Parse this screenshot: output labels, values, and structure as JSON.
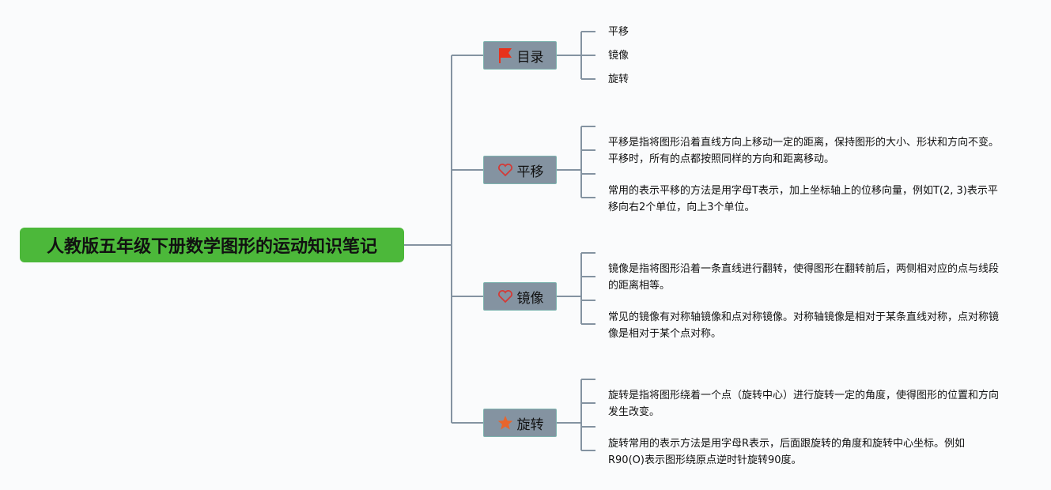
{
  "root": {
    "title": "人教版五年级下册数学图形的运动知识笔记",
    "color": "#4cb83a"
  },
  "topics": [
    {
      "label": "目录",
      "icon": "flag-icon",
      "leaves": [
        "平移",
        "镜像",
        "旋转"
      ]
    },
    {
      "label": "平移",
      "icon": "heart-icon",
      "leaves": [
        "",
        "平移是指将图形沿着直线方向上移动一定的距离，保持图形的大小、形状和方向不变。平移时，所有的点都按照同样的方向和距离移动。",
        "",
        "常用的表示平移的方法是用字母T表示，加上坐标轴上的位移向量，例如T(2, 3)表示平移向右2个单位，向上3个单位。"
      ]
    },
    {
      "label": "镜像",
      "icon": "heart-icon",
      "leaves": [
        "",
        "镜像是指将图形沿着一条直线进行翻转，使得图形在翻转前后，两侧相对应的点与线段的距离相等。",
        "",
        "常见的镜像有对称轴镜像和点对称镜像。对称轴镜像是相对于某条直线对称，点对称镜像是相对于某个点对称。"
      ]
    },
    {
      "label": "旋转",
      "icon": "star-icon",
      "leaves": [
        "",
        "旋转是指将图形绕着一个点（旋转中心）进行旋转一定的角度，使得图形的位置和方向发生改变。",
        "",
        "旋转常用的表示方法是用字母R表示，后面跟旋转的角度和旋转中心坐标。例如R90(O)表示图形绕原点逆时针旋转90度。"
      ]
    }
  ]
}
